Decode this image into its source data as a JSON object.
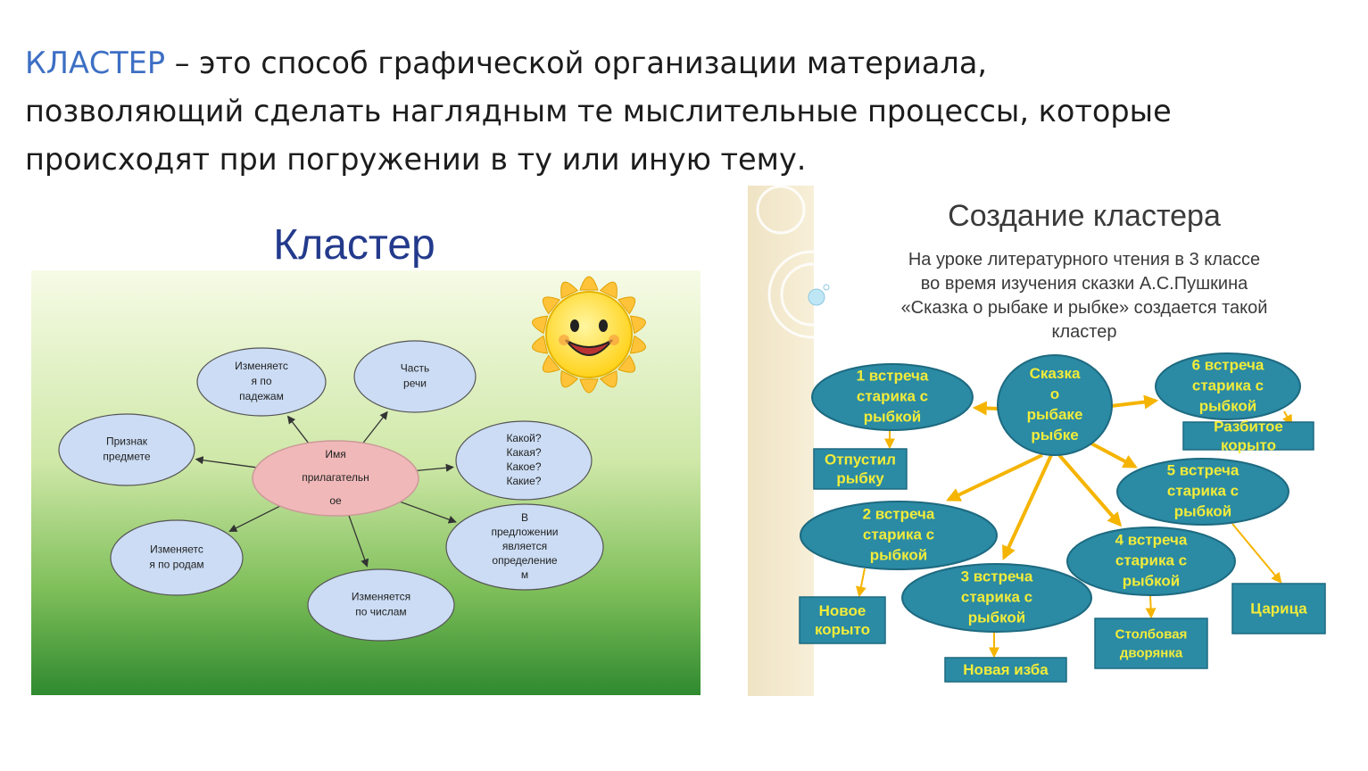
{
  "intro": {
    "term": "КЛАСТЕР",
    "line1_rest": " – это способ графической организации материала,",
    "line2": "позволяющий сделать наглядным те мыслительные процессы, которые",
    "line3": "происходят при погружении в ту или иную тему."
  },
  "left": {
    "title": "Кластер",
    "center": [
      "Имя",
      "прилагательн",
      "ое"
    ],
    "nodes": [
      {
        "id": "cases",
        "lines": [
          "Изменяетс",
          "я по",
          "падежам"
        ]
      },
      {
        "id": "pos",
        "lines": [
          "Часть",
          "речи"
        ]
      },
      {
        "id": "sign",
        "lines": [
          "Признак",
          "предмете"
        ]
      },
      {
        "id": "questions",
        "lines": [
          "Какой?",
          "Какая?",
          "Какое?",
          "Какие?"
        ]
      },
      {
        "id": "genders",
        "lines": [
          "Изменяетс",
          "я по родам"
        ]
      },
      {
        "id": "sentence",
        "lines": [
          "В",
          "предложении",
          "является",
          "определение",
          "м"
        ]
      },
      {
        "id": "numbers",
        "lines": [
          "Изменяется",
          "по числам"
        ]
      }
    ],
    "colors": {
      "node_fill": "#cbdcf4",
      "center_fill": "#f0b8b8",
      "bg_top": "#f4fae0",
      "bg_bottom": "#2f8a2f",
      "sun": "#ffd21a"
    }
  },
  "right": {
    "title": "Создание кластера",
    "subtitle": [
      "На уроке литературного чтения  в 3 классе",
      "во время изучения сказки А.С.Пушкина",
      "«Сказка о рыбаке и рыбке» создается такой",
      "кластер"
    ],
    "center": [
      "Сказка",
      "о",
      "рыбаке",
      "рыбке"
    ],
    "meetings": [
      {
        "id": "m1",
        "lines": [
          "1 встреча",
          "старика с",
          "рыбкой"
        ]
      },
      {
        "id": "m2",
        "lines": [
          "2 встреча",
          "старика с",
          "рыбкой"
        ]
      },
      {
        "id": "m3",
        "lines": [
          "3 встреча",
          "старика с",
          "рыбкой"
        ]
      },
      {
        "id": "m4",
        "lines": [
          "4 встреча",
          "старика с",
          "рыбкой"
        ]
      },
      {
        "id": "m5",
        "lines": [
          "5 встреча",
          "старика с",
          "рыбкой"
        ]
      },
      {
        "id": "m6",
        "lines": [
          "6 встреча",
          "старика с",
          "рыбкой"
        ]
      }
    ],
    "results": [
      {
        "id": "r1",
        "lines": [
          "Отпустил",
          "рыбку"
        ]
      },
      {
        "id": "r2",
        "lines": [
          "Новое",
          "корыто"
        ]
      },
      {
        "id": "r3",
        "lines": [
          "Новая изба"
        ]
      },
      {
        "id": "r4",
        "lines": [
          "Столбовая",
          "дворянка"
        ]
      },
      {
        "id": "r5",
        "lines": [
          "Царица"
        ]
      },
      {
        "id": "r6",
        "lines": [
          "Разбитое",
          "корыто"
        ]
      }
    ],
    "colors": {
      "ellipse": "#2b8aa4",
      "box": "#2b8aa4",
      "text": "#f2ec3a",
      "arrow": "#f5b400",
      "title": "#3a3a3a"
    }
  }
}
